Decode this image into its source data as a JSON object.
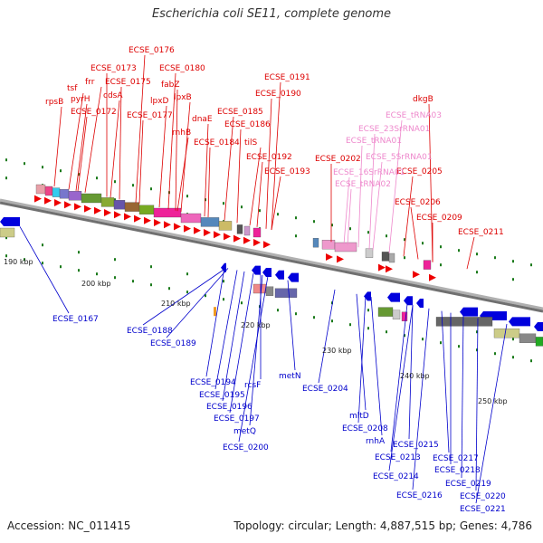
{
  "title": "Escherichia coli SE11, complete genome",
  "footer": {
    "accession": "Accession: NC_011415",
    "summary": "Topology: circular; Length: 4,887,515 bp; Genes: 4,786"
  },
  "colors": {
    "forward": "#ee0000",
    "reverse": "#0000dd",
    "rna": "#ee88cc",
    "axis": "#888888",
    "tick": "#1a7a1a"
  },
  "ticks": [
    "190 kbp",
    "200 kbp",
    "210 kbp",
    "220 kbp",
    "230 kbp",
    "240 kbp",
    "250 kbp"
  ],
  "labels_forward": [
    "ECSE_0176",
    "ECSE_0173",
    "ECSE_0180",
    "ECSE_0175",
    "frr",
    "tsf",
    "pyrH",
    "cdsA",
    "fabZ",
    "rpsB",
    "lpxD",
    "lpxB",
    "ECSE_0172",
    "ECSE_0177",
    "rnhB",
    "dnaE",
    "ECSE_0185",
    "ECSE_0186",
    "ECSE_0184",
    "tilS",
    "ECSE_0191",
    "ECSE_0190",
    "ECSE_0192",
    "ECSE_0193",
    "ECSE_0202",
    "dkgB",
    "ECSE_0205",
    "ECSE_0206",
    "ECSE_0209",
    "ECSE_0211"
  ],
  "labels_rna": [
    "ECSE_tRNA03",
    "ECSE_23SrRNA01",
    "ECSE_tRNA01",
    "ECSE_5SrRNA01",
    "ECSE_16SrRNA01",
    "ECSE_tRNA02"
  ],
  "labels_reverse": [
    "ECSE_0167",
    "ECSE_0188",
    "ECSE_0189",
    "ECSE_0194",
    "ECSE_0195",
    "ECSE_0196",
    "ECSE_0197",
    "metQ",
    "ECSE_0200",
    "rcsF",
    "metN",
    "ECSE_0204",
    "mltD",
    "ECSE_0208",
    "rnhA",
    "ECSE_0215",
    "ECSE_0213",
    "ECSE_0214",
    "ECSE_0216",
    "ECSE_0217",
    "ECSE_0218",
    "ECSE_0219",
    "ECSE_0220",
    "ECSE_0221"
  ]
}
